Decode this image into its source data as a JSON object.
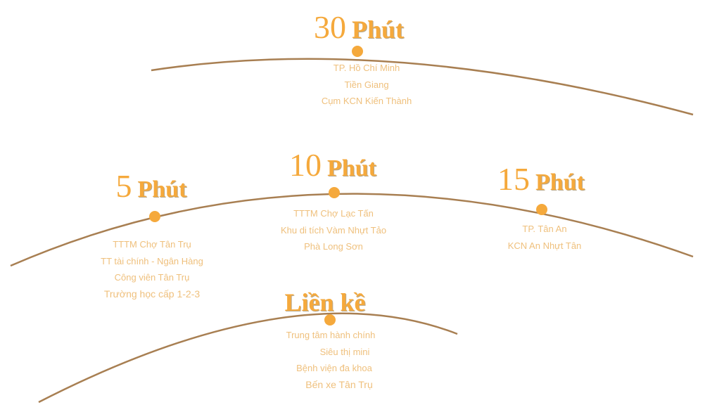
{
  "colors": {
    "accent": "#f5a93c",
    "arc": "#a87f52",
    "text": "#efc07d"
  },
  "groups": [
    {
      "number": "30",
      "unit": "Phút",
      "items": [
        "TP. Hồ Chí Minh",
        "Tiền Giang",
        "Cụm KCN Kiến Thành"
      ]
    },
    {
      "number": "5",
      "unit": "Phút",
      "items": [
        "TTTM Chợ Tân Trụ",
        "TT tài chính - Ngân Hàng",
        "Công viên Tân Trụ",
        "Trường học cấp 1-2-3"
      ]
    },
    {
      "number": "10",
      "unit": "Phút",
      "items": [
        "TTTM Chợ Lạc Tấn",
        "Khu di tích Vàm Nhựt Tảo",
        "Phà Long Sơn"
      ]
    },
    {
      "number": "15",
      "unit": "Phút",
      "items": [
        "TP. Tân An",
        "KCN An Nhựt Tân"
      ]
    },
    {
      "number": "",
      "unit": "Liền kề",
      "items": [
        "Trung tâm hành chính",
        "Siêu thị mini",
        "Bệnh viện đa khoa",
        "Bến xe Tân Trụ"
      ]
    }
  ]
}
